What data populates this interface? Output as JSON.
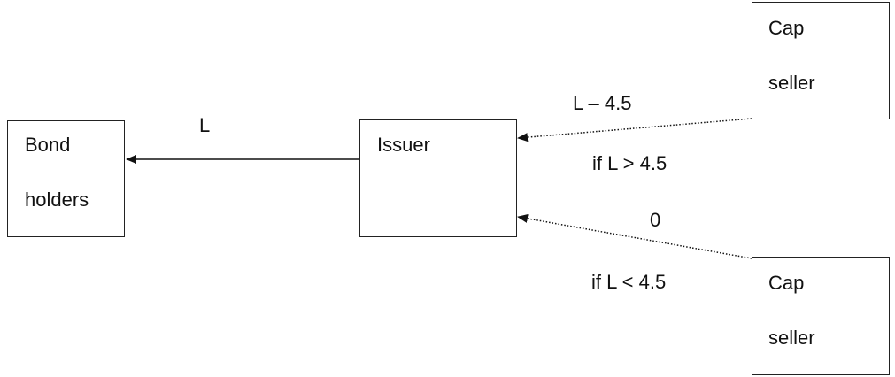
{
  "nodes": {
    "bond_holders": {
      "line1": "Bond",
      "line2": "holders"
    },
    "issuer": {
      "line1": "Issuer"
    },
    "cap_seller_top": {
      "line1": "Cap",
      "line2": "seller"
    },
    "cap_seller_bottom": {
      "line1": "Cap",
      "line2": "seller"
    }
  },
  "edges": {
    "issuer_to_bondholders": {
      "label": "L"
    },
    "capseller_top_to_issuer": {
      "label": "L – 4.5",
      "condition": "if L > 4.5"
    },
    "capseller_bottom_to_issuer": {
      "label": "0",
      "condition": "if L < 4.5"
    }
  }
}
